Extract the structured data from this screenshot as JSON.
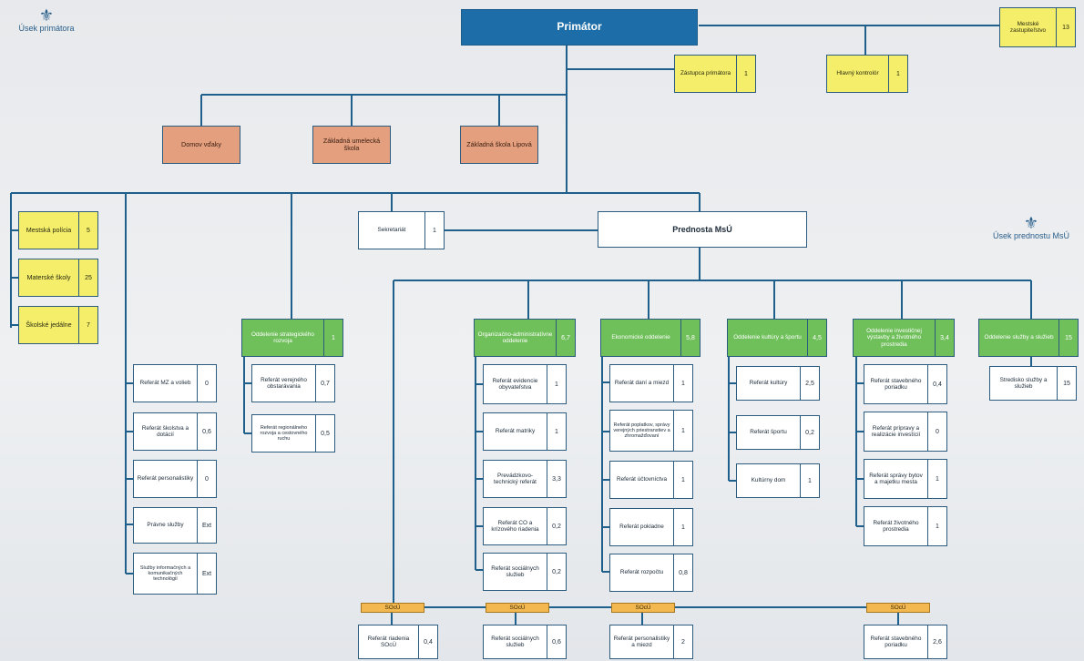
{
  "logos": {
    "left_label": "Úsek primátora",
    "right_label": "Úsek prednostu MsÚ"
  },
  "top": {
    "primator": "Primátor",
    "zastupitelstvo": {
      "name": "Mestské zastupiteľstvo",
      "count": "13"
    },
    "zastupca": {
      "name": "Zástupca primátora",
      "count": "1"
    },
    "kontrolor": {
      "name": "Hlavný kontrolór",
      "count": "1"
    }
  },
  "institutions": [
    "Domov vďaky",
    "Základná umelecká škola",
    "Základná škola Lipová"
  ],
  "left_column": [
    {
      "name": "Mestská polícia",
      "count": "5"
    },
    {
      "name": "Materské školy",
      "count": "25"
    },
    {
      "name": "Školské jedálne",
      "count": "7"
    }
  ],
  "referat_column": [
    {
      "name": "Referát MZ a volieb",
      "count": "0"
    },
    {
      "name": "Referát školstva a dotácií",
      "count": "0,6"
    },
    {
      "name": "Referát personalistiky",
      "count": "0"
    },
    {
      "name": "Právne služby",
      "count": "Ext"
    },
    {
      "name": "Služby informačných a komunikačných technológií",
      "count": "Ext"
    }
  ],
  "strategic": {
    "head": {
      "name": "Oddelenie strategického rozvoja",
      "count": "1"
    },
    "items": [
      {
        "name": "Referát verejného obstarávania",
        "count": "0,7"
      },
      {
        "name": "Referát regionálneho rozvoja a cestovného ruchu",
        "count": "0,5"
      }
    ]
  },
  "sekretariat": {
    "name": "Sekretariát",
    "count": "1"
  },
  "prednosta": "Prednosta MsÚ",
  "departments": [
    {
      "head": {
        "name": "Organizačno-administratívne oddelenie",
        "count": "6,7"
      },
      "items": [
        {
          "name": "Referát evidencie obyvateľstva",
          "count": "1"
        },
        {
          "name": "Referát matriky",
          "count": "1"
        },
        {
          "name": "Prevádzkovo-technický referát",
          "count": "3,3"
        },
        {
          "name": "Referát CO a krízového riadenia",
          "count": "0,2"
        },
        {
          "name": "Referát sociálnych služieb",
          "count": "0,2"
        }
      ]
    },
    {
      "head": {
        "name": "Ekonomické oddelenie",
        "count": "5,8"
      },
      "items": [
        {
          "name": "Referát daní a miezd",
          "count": "1"
        },
        {
          "name": "Referát poplatkov, správy verejných priestranstiev a zhromažďovaní",
          "count": "1"
        },
        {
          "name": "Referát účtovníctva",
          "count": "1"
        },
        {
          "name": "Referát pokladne",
          "count": "1"
        },
        {
          "name": "Referát rozpočtu",
          "count": "0,8"
        }
      ]
    },
    {
      "head": {
        "name": "Oddelenie kultúry a športu",
        "count": "4,5"
      },
      "items": [
        {
          "name": "Referát kultúry",
          "count": "2,5"
        },
        {
          "name": "Referát športu",
          "count": "0,2"
        },
        {
          "name": "Kultúrny dom",
          "count": "1"
        }
      ]
    },
    {
      "head": {
        "name": "Oddelenie investičnej výstavby a životného prostredia",
        "count": "3,4"
      },
      "items": [
        {
          "name": "Referát stavebného poriadku",
          "count": "0,4"
        },
        {
          "name": "Referát prípravy a realizácie investícií",
          "count": "0"
        },
        {
          "name": "Referát správy bytov a majetku mesta",
          "count": "1"
        },
        {
          "name": "Referát životného prostredia",
          "count": "1"
        }
      ]
    },
    {
      "head": {
        "name": "Oddelenie služby a služieb",
        "count": "15"
      },
      "items": [
        {
          "name": "Stredisko služby a služieb",
          "count": "15"
        }
      ]
    }
  ],
  "sou_label": "SOcÚ",
  "sou_items": [
    {
      "name": "Referát riadenia SOcÚ",
      "count": "0,4"
    },
    {
      "name": "Referát sociálnych služieb",
      "count": "0,6"
    },
    {
      "name": "Referát personalistiky a miezd",
      "count": "2"
    },
    {
      "name": "Referát stavebného poriadku",
      "count": "2,6"
    }
  ],
  "colors": {
    "line": "#1f5f8b",
    "header_blue": "#1c6da8",
    "green": "#6fbf5a",
    "yellow": "#f4ee6b",
    "salmon": "#e39f7e",
    "orange": "#f3b84f"
  }
}
